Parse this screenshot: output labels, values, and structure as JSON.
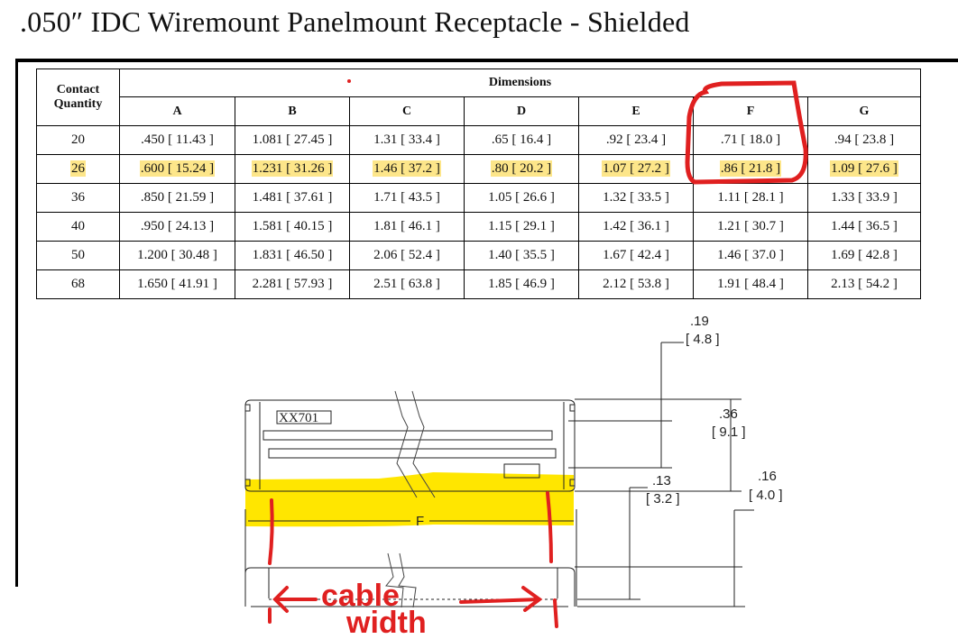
{
  "title": ".050″ IDC Wiremount Panelmount Receptacle - Shielded",
  "table": {
    "qty_header": [
      "Contact",
      "Quantity"
    ],
    "group_header": "Dimensions",
    "columns": [
      "A",
      "B",
      "C",
      "D",
      "E",
      "F",
      "G"
    ],
    "rows": [
      {
        "qty": "20",
        "cells": [
          ".450 [ 11.43 ]",
          "1.081 [ 27.45 ]",
          "1.31 [ 33.4 ]",
          ".65 [ 16.4 ]",
          ".92 [ 23.4 ]",
          ".71 [ 18.0 ]",
          ".94 [ 23.8 ]"
        ]
      },
      {
        "qty": "26",
        "cells": [
          ".600 [ 15.24 ]",
          "1.231 [ 31.26 ]",
          "1.46 [ 37.2 ]",
          ".80 [ 20.2 ]",
          "1.07 [ 27.2 ]",
          ".86 [ 21.8 ]",
          "1.09 [ 27.6 ]"
        ],
        "highlighted": true
      },
      {
        "qty": "36",
        "cells": [
          ".850 [ 21.59 ]",
          "1.481 [ 37.61 ]",
          "1.71 [ 43.5 ]",
          "1.05 [ 26.6 ]",
          "1.32 [ 33.5 ]",
          "1.11 [ 28.1 ]",
          "1.33 [ 33.9 ]"
        ]
      },
      {
        "qty": "40",
        "cells": [
          ".950 [ 24.13 ]",
          "1.581 [ 40.15 ]",
          "1.81 [ 46.1 ]",
          "1.15 [ 29.1 ]",
          "1.42 [ 36.1 ]",
          "1.21 [ 30.7 ]",
          "1.44 [ 36.5 ]"
        ]
      },
      {
        "qty": "50",
        "cells": [
          "1.200 [ 30.48 ]",
          "1.831 [ 46.50 ]",
          "2.06 [ 52.4 ]",
          "1.40 [ 35.5 ]",
          "1.67 [ 42.4 ]",
          "1.46 [ 37.0 ]",
          "1.69 [ 42.8 ]"
        ]
      },
      {
        "qty": "68",
        "cells": [
          "1.650 [ 41.91 ]",
          "2.281 [ 57.93 ]",
          "2.51 [ 63.8 ]",
          "1.85 [ 46.9 ]",
          "2.12 [ 53.8 ]",
          "1.91 [ 48.4 ]",
          "2.13 [ 54.2 ]"
        ]
      }
    ]
  },
  "drawing": {
    "part_label": "XX701",
    "dim_f": "F",
    "dim_019": ".19",
    "dim_019_mm": "[ 4.8 ]",
    "dim_036": ".36",
    "dim_036_mm": "[ 9.1 ]",
    "dim_013": ".13",
    "dim_013_mm": "[ 3.2 ]",
    "dim_016": ".16",
    "dim_016_mm": "[ 4.0 ]"
  },
  "annotation": {
    "line1": "cable",
    "line2": "width",
    "color": "#e02020",
    "highlight_color": "#ffe600"
  }
}
